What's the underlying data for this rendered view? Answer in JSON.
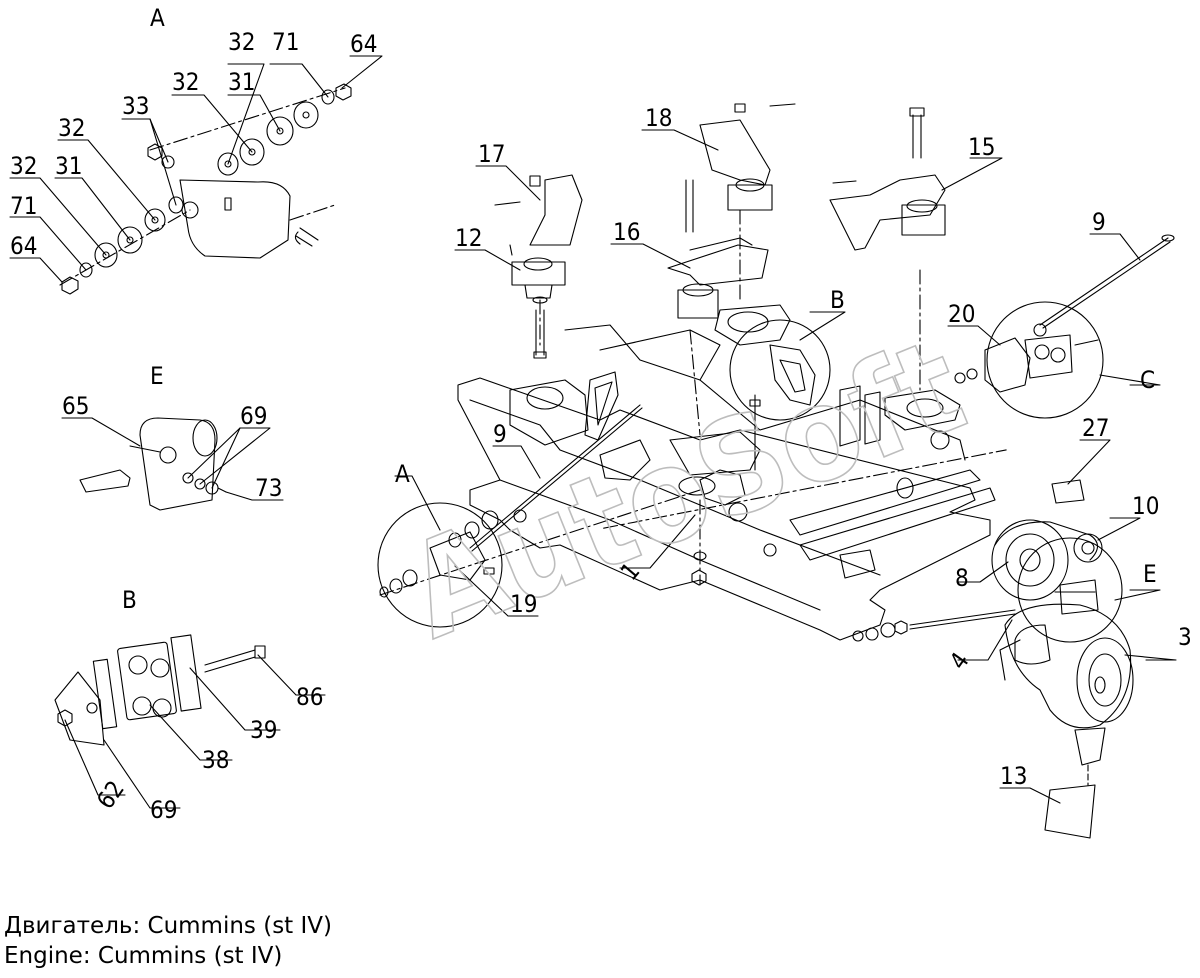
{
  "caption": {
    "line_ru": "Двигатель: Cummins (st IV)",
    "line_en": "Engine: Cummins (st IV)"
  },
  "watermark": "AutoSoft",
  "views": {
    "A": "A",
    "B": "B",
    "E": "E",
    "A_on_main": "A",
    "B_on_main": "B",
    "C_on_main": "C",
    "E_on_main": "E"
  },
  "callouts": {
    "p32a": "32",
    "p71a": "71",
    "p64a": "64",
    "p32b": "32",
    "p31a": "31",
    "p33": "33",
    "p32c": "32",
    "p32d": "32",
    "p31b": "31",
    "p71b": "71",
    "p64b": "64",
    "p65": "65",
    "p69a": "69",
    "p73": "73",
    "p86": "86",
    "p39": "39",
    "p38": "38",
    "p69b": "69",
    "p62": "62",
    "p18": "18",
    "p17": "17",
    "p15": "15",
    "p16": "16",
    "p12": "12",
    "p9a": "9",
    "p20": "20",
    "p9b": "9",
    "p27": "27",
    "p10": "10",
    "p1": "1",
    "p8": "8",
    "p19": "19",
    "p4": "4",
    "p3": "3",
    "p13": "13"
  },
  "colors": {
    "line": "#000000",
    "watermark": "#bdbdbd",
    "background": "#ffffff"
  }
}
